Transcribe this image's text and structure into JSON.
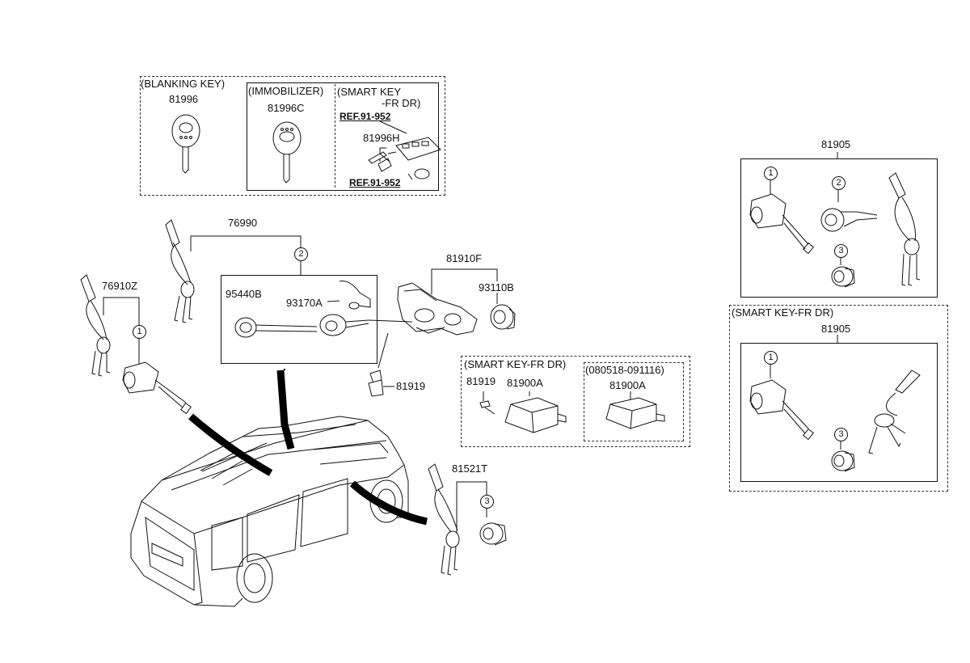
{
  "parts": {
    "p81996": "81996",
    "p81996c": "81996C",
    "p81996h": "81996H",
    "p76990": "76990",
    "p76910z": "76910Z",
    "p95440b": "95440B",
    "p93170a": "93170A",
    "p81910f": "81910F",
    "p93110b": "93110B",
    "p81919_a": "81919",
    "p81919_b": "81919",
    "p81900a_a": "81900A",
    "p81900a_b": "81900A",
    "p81521t": "81521T",
    "p81905_a": "81905",
    "p81905_b": "81905"
  },
  "groups": {
    "blanking_key": "(BLANKING KEY)",
    "immobilizer": "(IMMOBILIZER)",
    "smart_key_l1": "(SMART KEY",
    "smart_key_l2": "-FR DR)",
    "smart_key_fr_dr_mid": "(SMART KEY-FR DR)",
    "date_range": "(080518-091116)",
    "smart_key_fr_dr_right": "(SMART KEY-FR DR)"
  },
  "refs": {
    "ref_top": "REF.91-952",
    "ref_bottom": "REF.91-952"
  },
  "callouts": {
    "c1_a": "1",
    "c2_a": "2",
    "c1_b": "1",
    "c2_b": "2",
    "c3_a": "3",
    "c3_b": "3",
    "c1_c": "1",
    "c3_c": "3"
  },
  "colors": {
    "line": "#111111",
    "fill": "#ffffff",
    "shade": "#cfcfcf"
  }
}
